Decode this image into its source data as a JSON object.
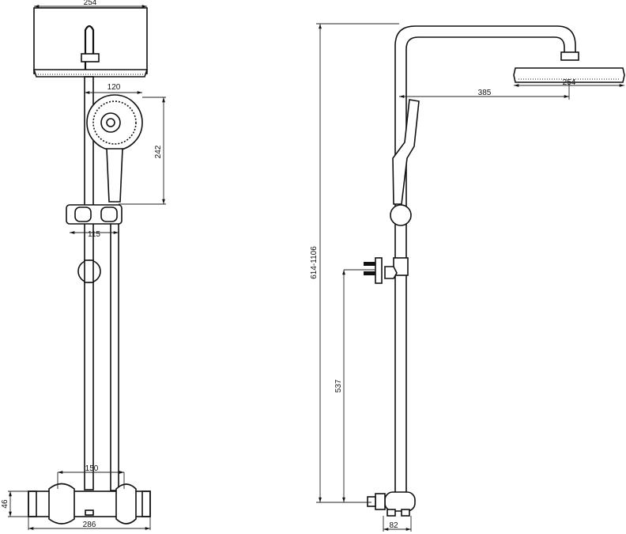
{
  "front_view": {
    "head_width": "254",
    "handshower_offset": "120",
    "handshower_height": "242",
    "slider_width": "115",
    "inlet_spacing": "150",
    "valve_height": "46",
    "valve_width": "286"
  },
  "side_view": {
    "arm_projection": "385",
    "head_width": "254",
    "total_height": "614-1106",
    "bracket_height": "537",
    "valve_depth": "82"
  }
}
